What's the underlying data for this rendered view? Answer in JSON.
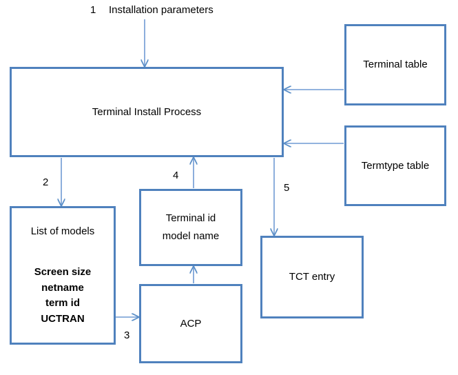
{
  "diagram": {
    "title_caption": "Installation parameters",
    "accent_color": "#4f81bd",
    "background_color": "#ffffff",
    "text_color": "#000000",
    "nodes": {
      "terminal_install_process": "Terminal Install Process",
      "terminal_table": "Terminal table",
      "termtype_table": "Termtype table",
      "list_of_models_title": "List of models",
      "list_of_models_fields": "Screen size\nnetname\nterm id\nUCTRAN",
      "terminal_id_model_name": "Terminal id\nmodel name",
      "acp": "ACP",
      "tct_entry": "TCT entry"
    },
    "steps": {
      "one": "1",
      "two": "2",
      "three": "3",
      "four": "4",
      "five": "5"
    },
    "edges": [
      {
        "id": "edge-1-params-to-process",
        "label": "1",
        "from": "Installation parameters",
        "to": "Terminal Install Process",
        "direction": "down"
      },
      {
        "id": "edge-2-process-to-list",
        "label": "2",
        "from": "Terminal Install Process",
        "to": "List of models",
        "direction": "down"
      },
      {
        "id": "edge-3-list-to-acp",
        "label": "3",
        "from": "List of models",
        "to": "ACP",
        "direction": "right"
      },
      {
        "id": "edge-acp-to-terminal-id",
        "label": "",
        "from": "ACP",
        "to": "Terminal id model name",
        "direction": "up"
      },
      {
        "id": "edge-4-terminal-id-to-process",
        "label": "4",
        "from": "Terminal id model name",
        "to": "Terminal Install Process",
        "direction": "up"
      },
      {
        "id": "edge-5-process-to-tct",
        "label": "5",
        "from": "Terminal Install Process",
        "to": "TCT entry",
        "direction": "down"
      },
      {
        "id": "edge-terminal-table-to-process",
        "label": "",
        "from": "Terminal table",
        "to": "Terminal Install Process",
        "direction": "left"
      },
      {
        "id": "edge-termtype-table-to-process",
        "label": "",
        "from": "Termtype table",
        "to": "Terminal Install Process",
        "direction": "left"
      }
    ]
  }
}
